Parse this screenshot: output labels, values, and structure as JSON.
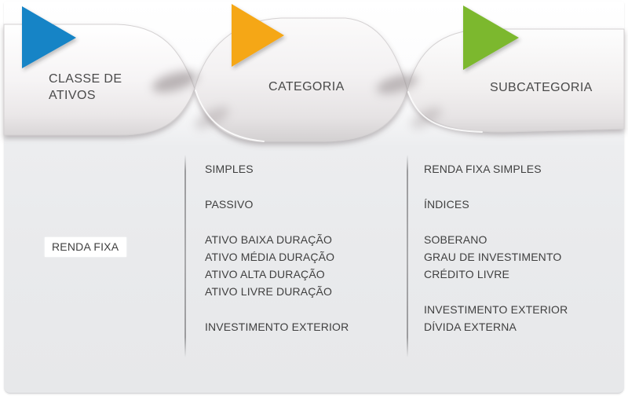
{
  "banner": {
    "steps": [
      {
        "id": "classe-de-ativos",
        "label": "CLASSE DE\nATIVOS",
        "arrow_color": "#1584c6"
      },
      {
        "id": "categoria",
        "label": "CATEGORIA",
        "arrow_color": "#f5a716"
      },
      {
        "id": "subcategoria",
        "label": "SUBCATEGORIA",
        "arrow_color": "#7cb82d"
      }
    ]
  },
  "asset_class": {
    "label": "RENDA FIXA"
  },
  "columns": {
    "categoria": {
      "groups": [
        [
          "SIMPLES"
        ],
        [
          "PASSIVO"
        ],
        [
          "ATIVO BAIXA DURAÇÃO",
          "ATIVO MÉDIA DURAÇÃO",
          "ATIVO ALTA DURAÇÃO",
          "ATIVO LIVRE DURAÇÃO"
        ],
        [
          "INVESTIMENTO EXTERIOR"
        ]
      ]
    },
    "subcategoria": {
      "groups": [
        [
          "RENDA FIXA SIMPLES"
        ],
        [
          "ÍNDICES"
        ],
        [
          "SOBERANO",
          "GRAU DE INVESTIMENTO",
          "CRÉDITO LIVRE"
        ],
        [
          "INVESTIMENTO EXTERIOR",
          "DÍVIDA EXTERNA"
        ]
      ]
    }
  },
  "colors": {
    "text": "#3f3f3f",
    "panel_background": "#e9eaec",
    "ribbon_face": "#f6f4f5",
    "divider": "#a8a8aa"
  }
}
